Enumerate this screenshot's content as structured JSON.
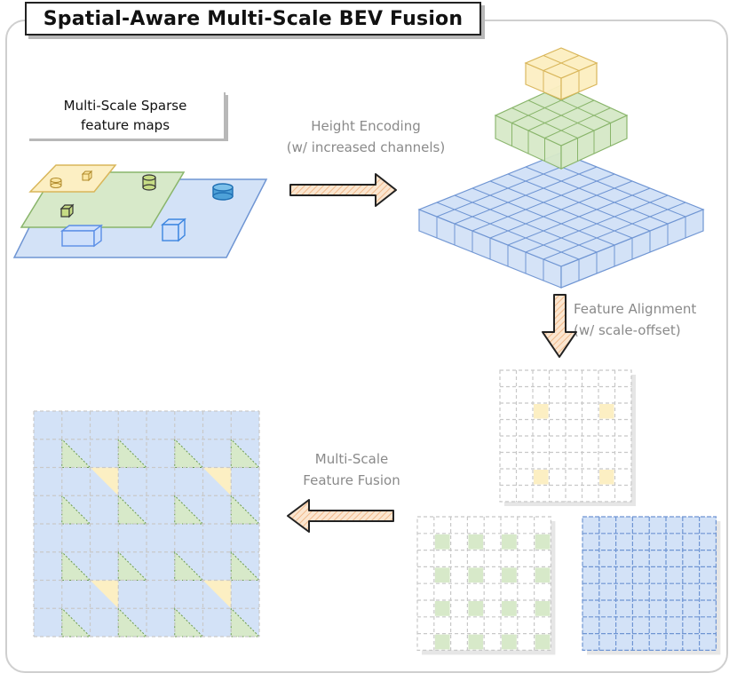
{
  "title": "Spatial-Aware Multi-Scale BEV Fusion",
  "maps_label": {
    "line1": "Multi-Scale Sparse",
    "line2": "feature maps"
  },
  "height_encoding": {
    "line1": "Height Encoding",
    "line2": "(w/ increased channels)"
  },
  "feature_alignment": {
    "line1": "Feature Alignment",
    "line2": "(w/ scale-offset)"
  },
  "fusion": {
    "line1": "Multi-Scale",
    "line2": "Feature Fusion"
  },
  "colors": {
    "blue_fill": "#d3e2f7",
    "blue_stroke": "#6f95d3",
    "green_fill": "#d7e9c9",
    "green_stroke": "#89b56b",
    "yellow_fill": "#fcefc3",
    "yellow_stroke": "#d9b65a",
    "arrow_fill": "#f7d8b8",
    "grid_dash": "#c8c8c8"
  }
}
